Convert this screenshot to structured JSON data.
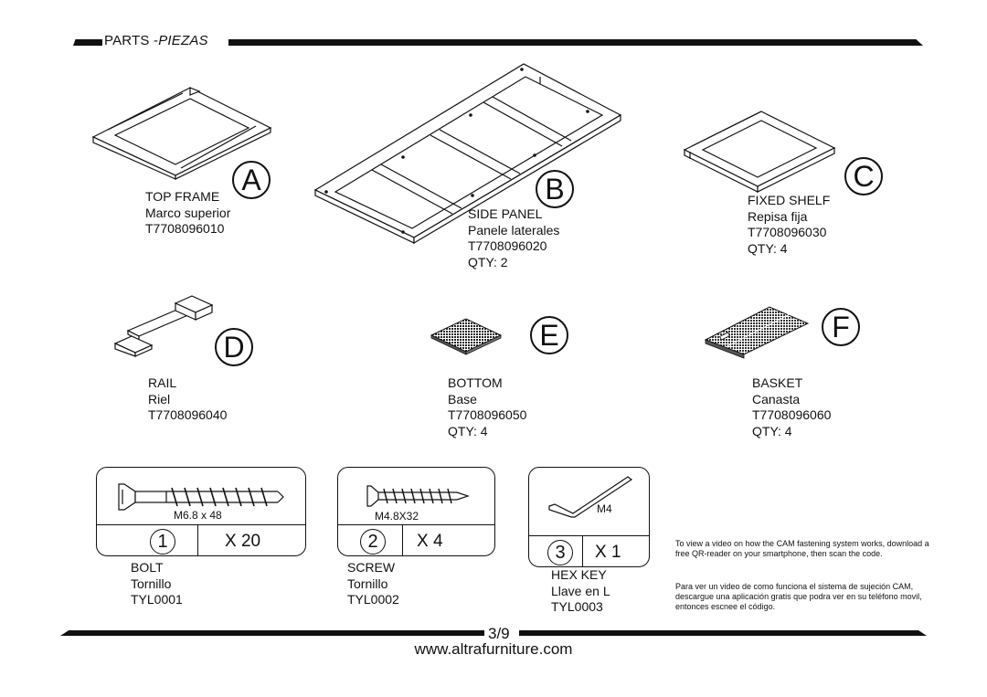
{
  "header": {
    "title": "PARTS -",
    "title_italic": "PIEZAS"
  },
  "parts": [
    {
      "letter": "A",
      "name": "TOP FRAME",
      "name_es": "Marco superior",
      "code": "T7708096010",
      "qty": ""
    },
    {
      "letter": "B",
      "name": "SIDE PANEL",
      "name_es": "Panele laterales",
      "code": "T7708096020",
      "qty": "QTY: 2"
    },
    {
      "letter": "C",
      "name": "FIXED SHELF",
      "name_es": "Repisa fija",
      "code": "T7708096030",
      "qty": "QTY: 4"
    },
    {
      "letter": "D",
      "name": "RAIL",
      "name_es": "Riel",
      "code": "T7708096040",
      "qty": ""
    },
    {
      "letter": "E",
      "name": "BOTTOM",
      "name_es": "Base",
      "code": "T7708096050",
      "qty": "QTY: 4"
    },
    {
      "letter": "F",
      "name": "BASKET",
      "name_es": "Canasta",
      "code": "T7708096060",
      "qty": "QTY: 4"
    }
  ],
  "hardware": [
    {
      "number": "1",
      "size": "M6.8 x 48",
      "count": "X 20",
      "name": "BOLT",
      "name_es": "Tornillo",
      "code": "TYL0001"
    },
    {
      "number": "2",
      "size": "M4.8X32",
      "count": "X 4",
      "name": "SCREW",
      "name_es": "Tornillo",
      "code": "TYL0002"
    },
    {
      "number": "3",
      "size": "M4",
      "count": "X 1",
      "name": "HEX KEY",
      "name_es": "Llave en L",
      "code": "TYL0003"
    }
  ],
  "notes": {
    "en": "To view a video on how the CAM fastening system works, download a free QR-reader on your smartphone, then scan the code.",
    "es": "Para ver un video de como funciona el sistema de sujeción CAM, descargue una aplicación gratis que podra ver en su teléfono movil, entonces escnee el código."
  },
  "footer": {
    "page": "3/9",
    "url": "www.altrafurniture.com"
  },
  "icons": [
    "top-frame-drawing",
    "side-panel-drawing",
    "fixed-shelf-drawing",
    "rail-drawing",
    "bottom-drawing",
    "basket-drawing",
    "bolt-drawing",
    "screw-drawing",
    "hex-key-drawing"
  ]
}
